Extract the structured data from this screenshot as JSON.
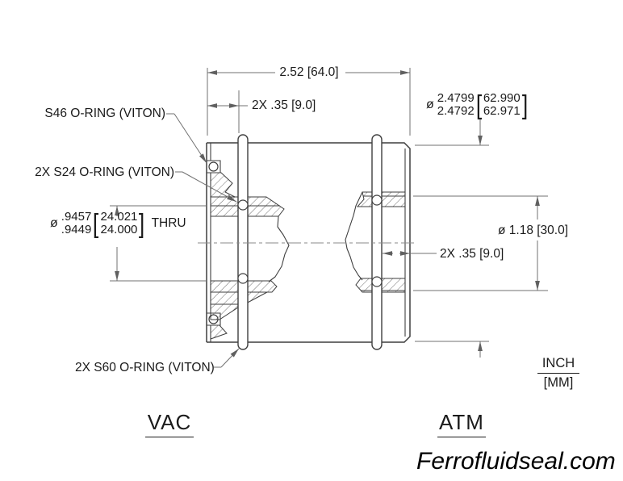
{
  "drawing": {
    "dims": {
      "overall_width": "2.52 [64.0]",
      "groove_offset_top": "2X .35 [9.0]",
      "groove_offset_right": "2X .35 [9.0]",
      "bore_right": "ø 1.18 [30.0]",
      "od": {
        "symbol": "ø",
        "inch_upper": "2.4799",
        "inch_lower": "2.4792",
        "bracket_open": "[",
        "mm_upper": "62.990",
        "mm_lower": "62.971",
        "bracket_close": "]"
      },
      "bore_left": {
        "symbol": "ø",
        "inch_upper": ".9457",
        "inch_lower": ".9449",
        "bracket_open": "[",
        "mm_upper": "24.021",
        "mm_lower": "24.000",
        "bracket_close": "]",
        "suffix": "THRU"
      }
    },
    "labels": {
      "s46": "S46 O-RING (VITON)",
      "s24": "2X S24 O-RING (VITON)",
      "s60": "2X S60 O-RING (VITON)",
      "side_left": "VAC",
      "side_right": "ATM",
      "units_primary": "INCH",
      "units_secondary": "[MM]"
    },
    "watermark": "Ferrofluidseal.com",
    "colors": {
      "object_line": "#3f3f3f",
      "dim_line": "#707070",
      "text": "#1b1b1b",
      "background": "#ffffff"
    }
  }
}
